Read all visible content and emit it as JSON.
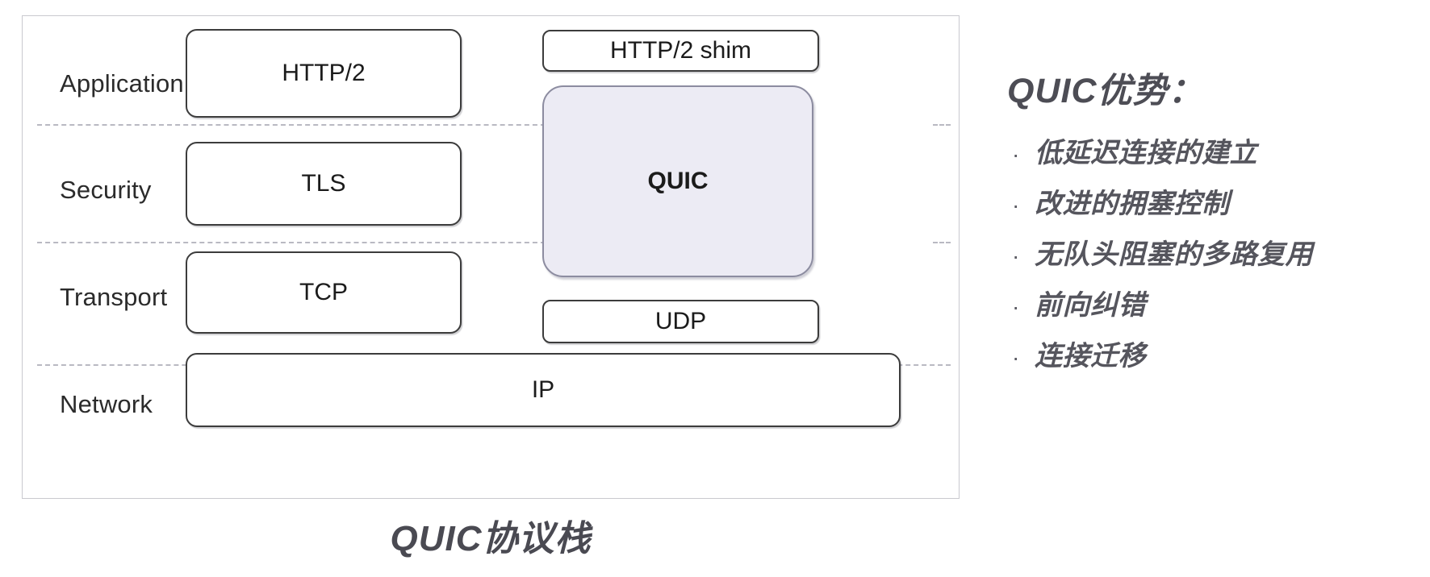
{
  "diagram": {
    "caption": "QUIC协议栈",
    "layers": [
      {
        "name": "Application"
      },
      {
        "name": "Security"
      },
      {
        "name": "Transport"
      },
      {
        "name": "Network"
      }
    ],
    "left_stack": [
      {
        "label": "HTTP/2"
      },
      {
        "label": "TLS"
      },
      {
        "label": "TCP"
      }
    ],
    "right_stack": [
      {
        "label": "HTTP/2 shim"
      },
      {
        "label": "QUIC"
      },
      {
        "label": "UDP"
      }
    ],
    "shared_layer": {
      "label": "IP"
    },
    "colors": {
      "quic_fill": "#ecebf4",
      "quic_border": "#8c8ca0",
      "box_border": "#3c3c3c",
      "frame_border": "#c9c9cf",
      "separator": "#b9b9c2",
      "text": "#1b1b1b",
      "caption_text": "#4a4a52"
    }
  },
  "advantages": {
    "title": "QUIC优势：",
    "bullet_glyph": "·",
    "items": [
      {
        "text": "低延迟连接的建立"
      },
      {
        "text": "改进的拥塞控制"
      },
      {
        "text": "无队头阻塞的多路复用"
      },
      {
        "text": "前向纠错"
      },
      {
        "text": "连接迁移"
      }
    ]
  }
}
